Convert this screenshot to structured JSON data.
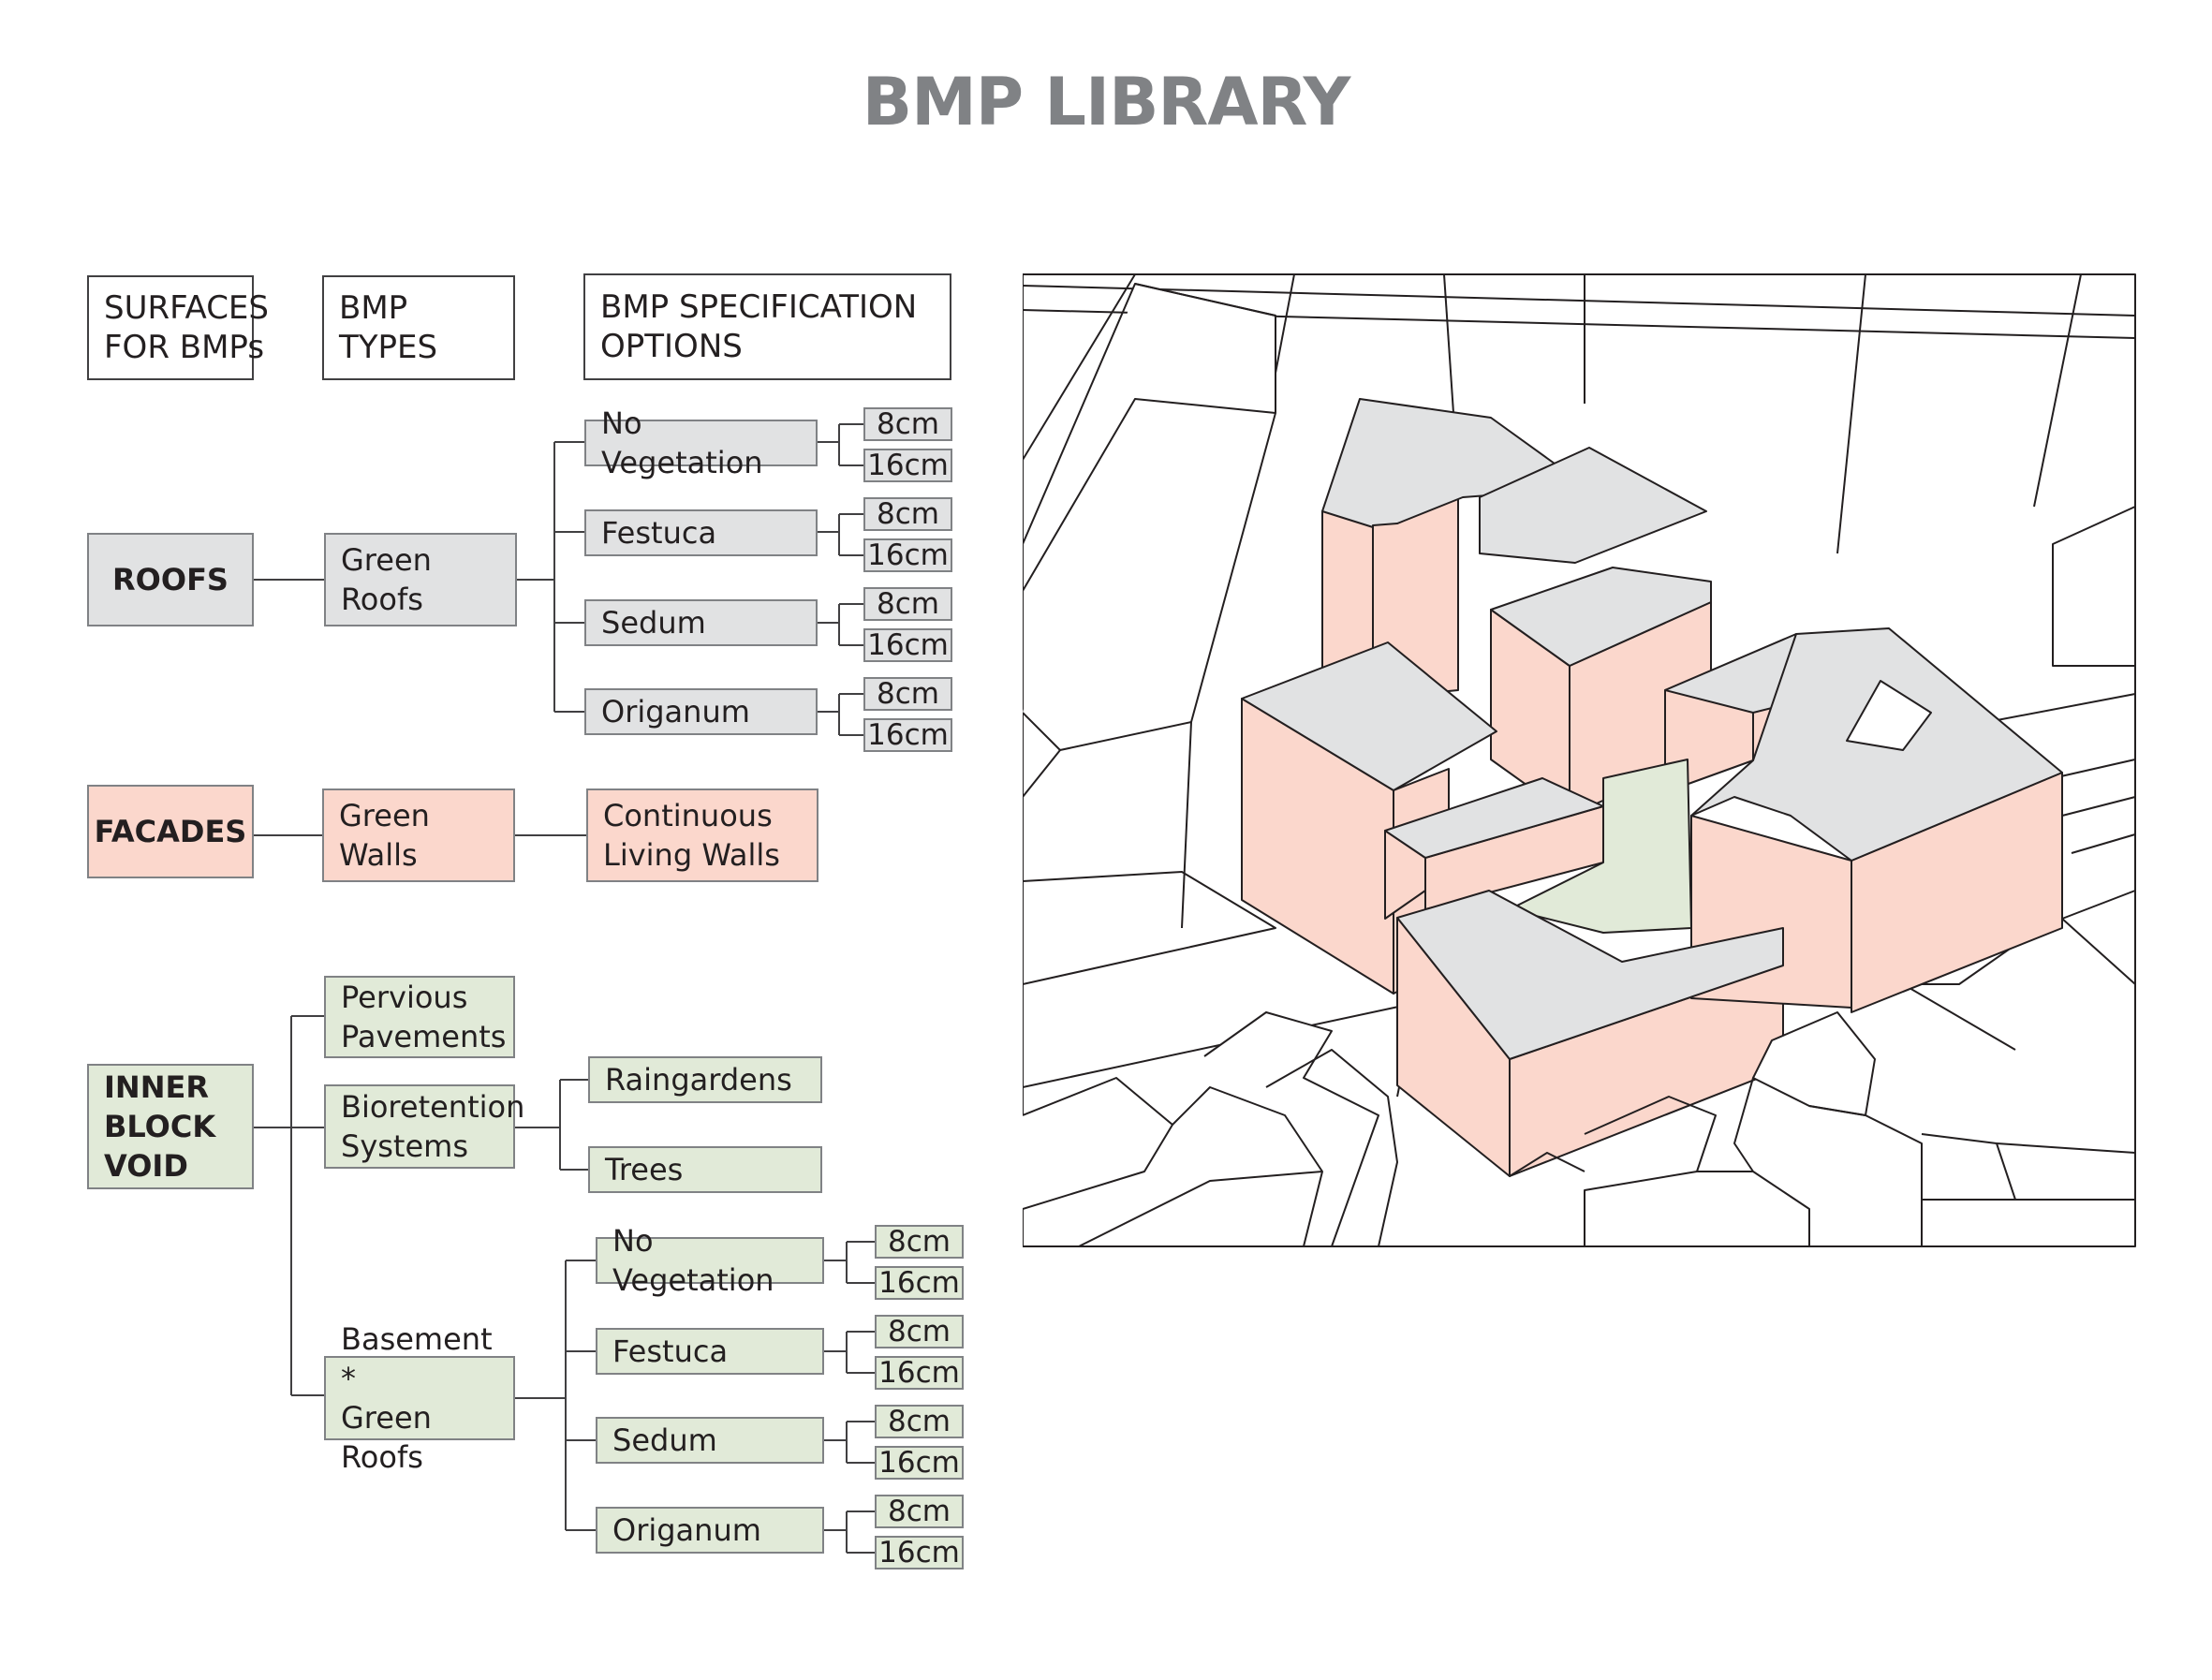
{
  "title": "BMP LIBRARY",
  "headers": {
    "surfaces": "SURFACES\nFOR BMPs",
    "types": "BMP TYPES",
    "specs": "BMP SPECIFICATION\nOPTIONS"
  },
  "roofs": {
    "surface": "ROOFS",
    "type": "Green Roofs",
    "options": [
      "No Vegetation",
      "Festuca",
      "Sedum",
      "Origanum"
    ],
    "thickness": [
      "8cm",
      "16cm"
    ]
  },
  "facades": {
    "surface": "FACADES",
    "type": "Green Walls",
    "option": "Continuous\nLiving Walls"
  },
  "inner_block": {
    "surface": "INNER\nBLOCK\nVOID",
    "types": {
      "pervious": "Pervious\nPavements",
      "bioretention": "Bioretention\nSystems",
      "basement": "Basement  *\nGreen Roofs"
    },
    "bioretention_options": [
      "Raingardens",
      "Trees"
    ],
    "basement_options": [
      "No Vegetation",
      "Festuca",
      "Sedum",
      "Origanum"
    ],
    "thickness": [
      "8cm",
      "16cm"
    ]
  },
  "colors": {
    "roofs": "#e1e2e3",
    "facades": "#fbd7cc",
    "inner_block": "#e1ead8",
    "title": "#808285"
  }
}
